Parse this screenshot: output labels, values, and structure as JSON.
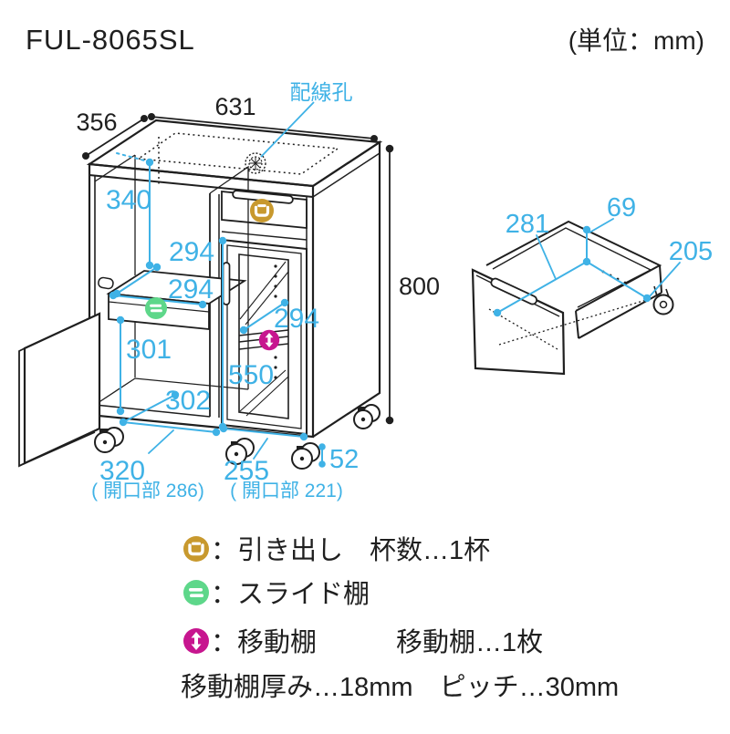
{
  "header": {
    "model": "FUL-8065SL",
    "unit_note": "(単位：mm)"
  },
  "main_diagram": {
    "wiring_hole_label": "配線孔",
    "dims": {
      "width": "631",
      "depth": "356",
      "height": "800",
      "top_compartment_height": "340",
      "slide_shelf_depth": "294",
      "slide_shelf_width": "294",
      "lower_compartment_height": "301",
      "lower_compartment_depth": "302",
      "left_section_width": "320",
      "left_opening_note": "( 開口部 286)",
      "door_inner_height": "550",
      "door_shelf_depth": "294",
      "right_section_width": "255",
      "right_opening_note": "( 開口部 221)",
      "caster_height": "52"
    }
  },
  "drawer_diagram": {
    "dims": {
      "inner_depth": "281",
      "inner_height": "69",
      "inner_width": "205"
    }
  },
  "legend": {
    "rows": [
      {
        "icon": "drawer-icon",
        "label": "：引き出し　杯数…1杯"
      },
      {
        "icon": "slide-shelf-icon",
        "label": "：スライド棚"
      },
      {
        "icon": "movable-shelf-icon",
        "label": "：移動棚　　　移動棚…1枚"
      }
    ],
    "note": "移動棚厚み…18mm　ピッチ…30mm"
  },
  "colors": {
    "dimension_blue": "#3fb2e6",
    "drawer_icon_yellow": "#c8992e",
    "slide_icon_green": "#5ed78a",
    "move_icon_magenta": "#c7168f",
    "line_black": "#1f1f1f"
  }
}
